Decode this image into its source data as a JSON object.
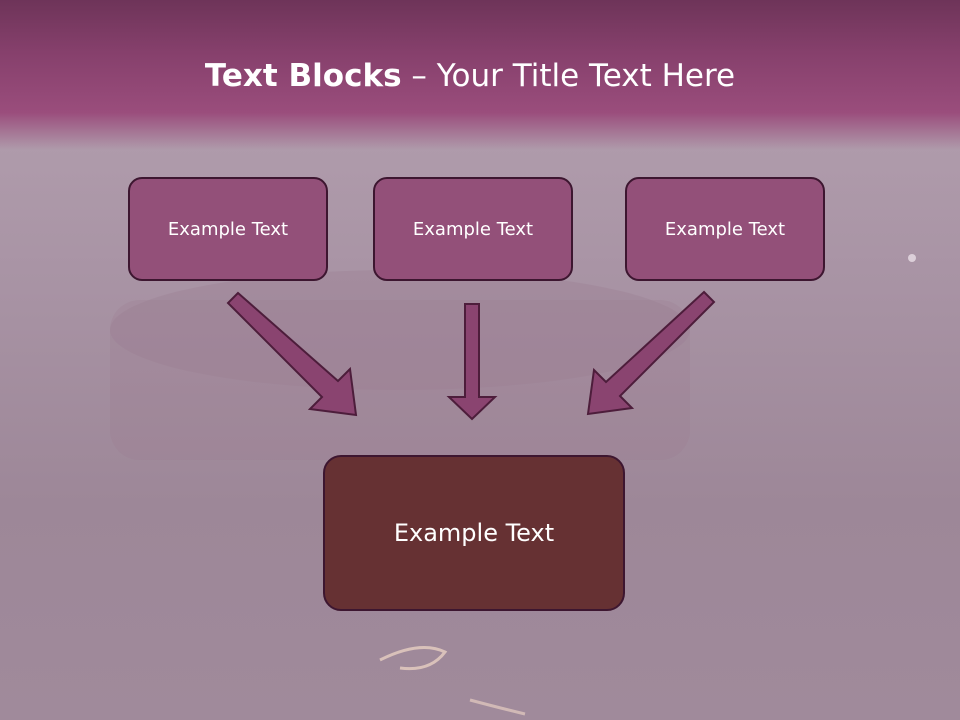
{
  "title": {
    "bold": "Text Blocks",
    "dash": " – ",
    "rest": "Your Title Text Here"
  },
  "boxes": {
    "left": "Example Text",
    "center": "Example Text",
    "right": "Example Text",
    "bottom": "Example Text"
  },
  "colors": {
    "header": "#86406c",
    "top_box": "#935079",
    "bottom_box": "#663133",
    "border": "#3d1630",
    "arrow": "#8a4470"
  }
}
